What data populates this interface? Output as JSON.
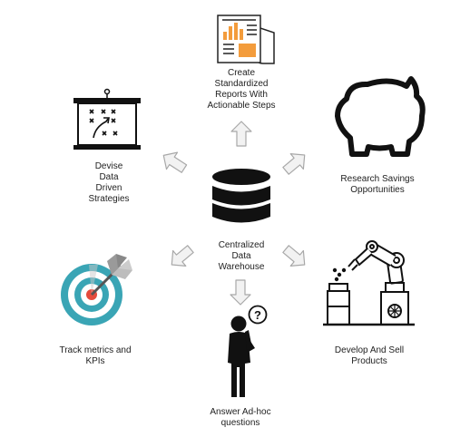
{
  "center": {
    "lines": [
      "Centralized",
      "Data",
      "Warehouse"
    ]
  },
  "nodes": {
    "reports": {
      "lines": [
        "Create",
        "Standardized",
        "Reports With",
        "Actionable Steps"
      ],
      "icon": "report-icon"
    },
    "strategies": {
      "lines": [
        "Devise",
        "Data",
        "Driven",
        "Strategies"
      ],
      "icon": "strategy-board-icon"
    },
    "savings": {
      "lines": [
        "Research Savings",
        "Opportunities"
      ],
      "icon": "piggy-bank-icon"
    },
    "metrics": {
      "lines": [
        "Track metrics and",
        "KPIs"
      ],
      "icon": "target-icon"
    },
    "products": {
      "lines": [
        "Develop And Sell",
        "Products"
      ],
      "icon": "robot-arm-icon"
    },
    "questions": {
      "lines": [
        "Answer Ad-hoc",
        "questions"
      ],
      "icon": "thinking-person-icon"
    }
  },
  "colors": {
    "accent": "#f39c3c",
    "target_teal": "#3aa5b5",
    "target_red": "#e54b3c",
    "arrow_fill": "#f2f2f2",
    "arrow_stroke": "#a8a8a8"
  }
}
